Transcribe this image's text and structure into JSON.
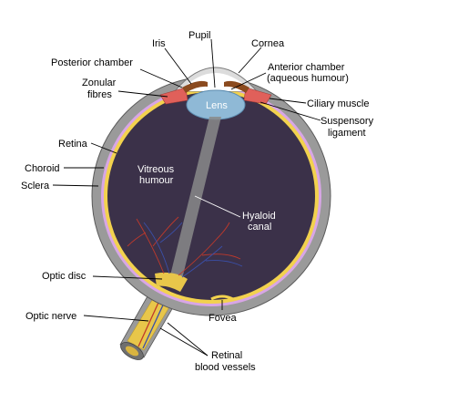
{
  "labels": {
    "pupil": "Pupil",
    "iris": "Iris",
    "cornea": "Cornea",
    "posterior_chamber": "Posterior chamber",
    "anterior_chamber_1": "Anterior chamber",
    "anterior_chamber_2": "(aqueous humour)",
    "zonular_fibres_1": "Zonular",
    "zonular_fibres_2": "fibres",
    "lens": "Lens",
    "ciliary_muscle": "Ciliary muscle",
    "suspensory_ligament_1": "Suspensory",
    "suspensory_ligament_2": "ligament",
    "retina": "Retina",
    "choroid": "Choroid",
    "sclera": "Sclera",
    "vitreous_humour_1": "Vitreous",
    "vitreous_humour_2": "humour",
    "hyaloid_canal_1": "Hyaloid",
    "hyaloid_canal_2": "canal",
    "optic_disc": "Optic disc",
    "optic_nerve": "Optic nerve",
    "fovea": "Fovea",
    "retinal_vessels_1": "Retinal",
    "retinal_vessels_2": "blood vessels"
  },
  "colors": {
    "sclera": "#9a9a9a",
    "choroid": "#d8a6e6",
    "retina": "#f2d24e",
    "vitreous": "#3b3149",
    "lens": "#8fb9d6",
    "iris": "#8b4a1e",
    "ciliary": "#e0605a",
    "nerve": "#e8c64a",
    "vessel_red": "#c0392b",
    "vessel_blue": "#3a4fa8"
  }
}
